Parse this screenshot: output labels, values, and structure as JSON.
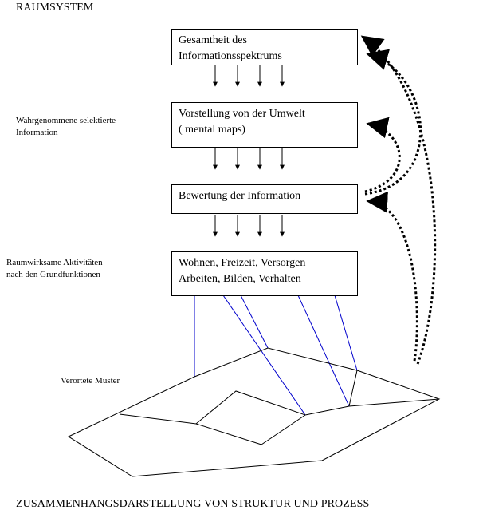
{
  "title": "RAUMSYSTEM",
  "bottom_title": "ZUSAMMENHANGSDARSTELLUNG VON STRUKTUR UND PROZESS",
  "side_labels": {
    "perception_line1": "Wahrgenommene selektierte",
    "perception_line2": "Information",
    "activities_line1": "Raumwirksame Aktivitäten",
    "activities_line2": "nach den Grundfunktionen",
    "pattern": "Verortete Muster"
  },
  "boxes": {
    "info_spectrum": {
      "line1": "Gesamtheit des",
      "line2": "Informationsspektrums"
    },
    "mental_image": {
      "line1": "Vorstellung von der Umwelt",
      "line2": "( mental maps)"
    },
    "evaluation": {
      "line1": "Bewertung der Information"
    },
    "functions": {
      "line1": "Wohnen, Freizeit, Versorgen",
      "line2": "Arbeiten, Bilden, Verhalten"
    }
  }
}
